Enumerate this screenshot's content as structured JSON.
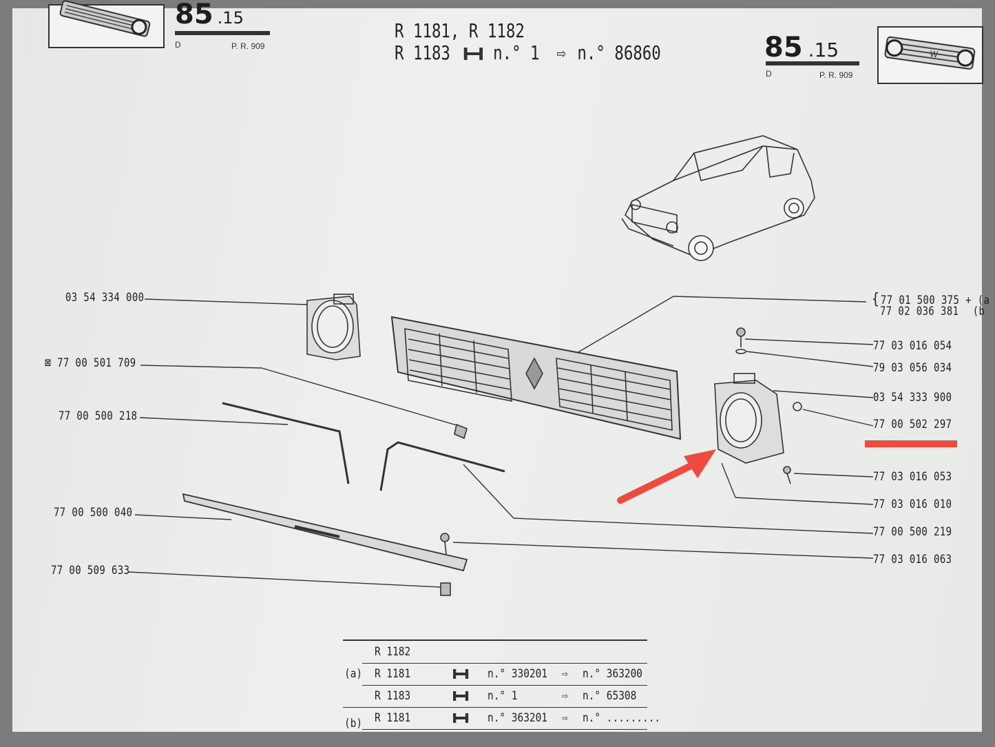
{
  "header": {
    "section_left": "85",
    "section_left_sub": ".15",
    "left_d": "D",
    "left_pr": "P. R. 909",
    "models_line1": "R 1181, R 1182",
    "models_line2_model": "R 1183",
    "models_line2_from": "n.° 1",
    "models_line2_to": "n.° 86860",
    "section_right": "85",
    "section_right_sub": ".15",
    "right_d": "D",
    "right_pr": "P. R. 909"
  },
  "parts_left": [
    {
      "number": "03 54 334 000"
    },
    {
      "number": "77 00 501 709",
      "marker": "⊠"
    },
    {
      "number": "77 00 500 218"
    },
    {
      "number": "77 00 500 040"
    },
    {
      "number": "77 00 509 633"
    }
  ],
  "parts_right": [
    {
      "number": "77 01 500 375",
      "suffix": "+ (a"
    },
    {
      "number": "77 02 036 381",
      "suffix": "(b"
    },
    {
      "number": "77 03 016 054"
    },
    {
      "number": "79 03 056 034"
    },
    {
      "number": "03 54 333 900"
    },
    {
      "number": "77 00 502 297"
    },
    {
      "number": "77 03 016 053"
    },
    {
      "number": "77 03 016 010"
    },
    {
      "number": "77 00 500 219"
    },
    {
      "number": "77 03 016 063"
    }
  ],
  "highlight": {
    "underline_color": "#ef4a3e",
    "arrow_color": "#ef4a3e",
    "highlighted_part": "77 00 502 297",
    "icon": "red-arrow-icon"
  },
  "table": {
    "rows": [
      {
        "tag": "",
        "model": "R 1182",
        "from": "",
        "to": ""
      },
      {
        "tag": "(a)",
        "model": "R 1181",
        "from": "n.° 330201",
        "to": "n.° 363200"
      },
      {
        "tag": "",
        "model": "R 1183",
        "from": "n.°        1",
        "to": "n.°    65308"
      },
      {
        "tag": "(b)",
        "model": "R 1181",
        "from": "n.° 363201",
        "to": "n.° ........."
      }
    ]
  }
}
